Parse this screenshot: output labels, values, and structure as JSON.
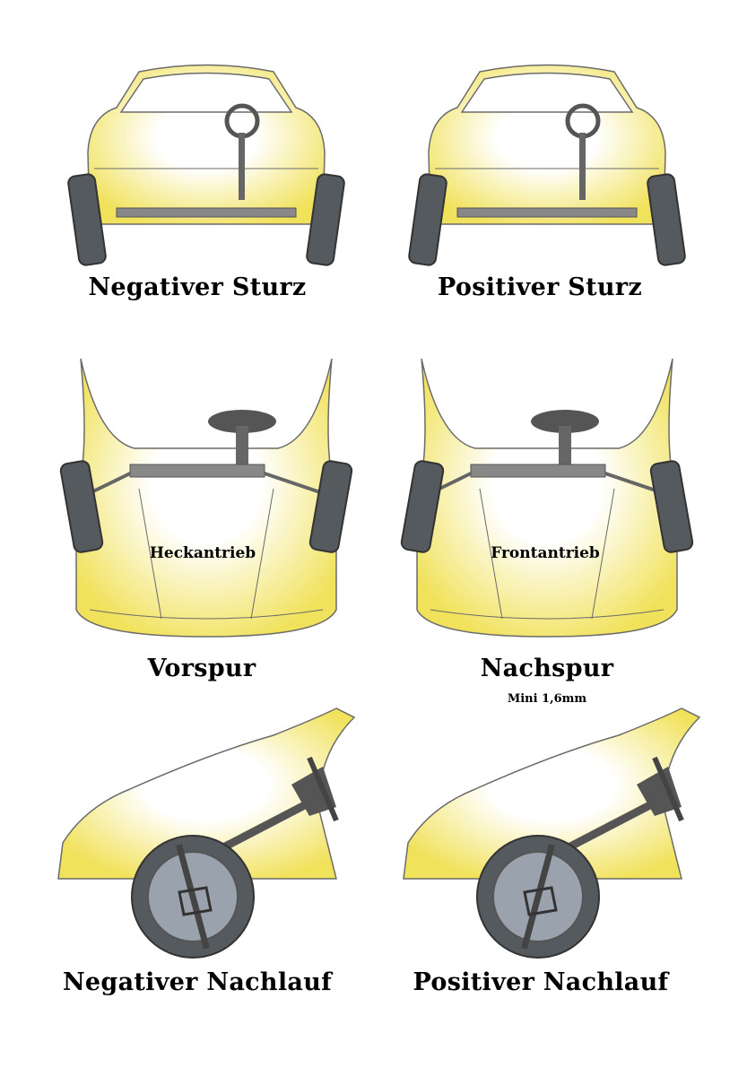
{
  "panels": [
    {
      "id": "negative-camber",
      "view": "front",
      "variant": "negative",
      "title": "Negativer Sturz"
    },
    {
      "id": "positive-camber",
      "view": "front",
      "variant": "positive",
      "title": "Positiver Sturz"
    },
    {
      "id": "toe-in",
      "view": "top",
      "variant": "in",
      "title": "Vorspur",
      "sublabel": "Heckantrieb"
    },
    {
      "id": "toe-out",
      "view": "top",
      "variant": "out",
      "title": "Nachspur",
      "sublabel": "Frontantrieb",
      "note": "Mini 1,6mm"
    },
    {
      "id": "negative-caster",
      "view": "side",
      "variant": "negative",
      "title": "Negativer Nachlauf"
    },
    {
      "id": "positive-caster",
      "view": "side",
      "variant": "positive",
      "title": "Positiver Nachlauf"
    }
  ],
  "colors": {
    "body": "#f1e25c",
    "tire": "#555a5e",
    "outline": "#6b6b6b",
    "hub": "#9aa3ad"
  }
}
